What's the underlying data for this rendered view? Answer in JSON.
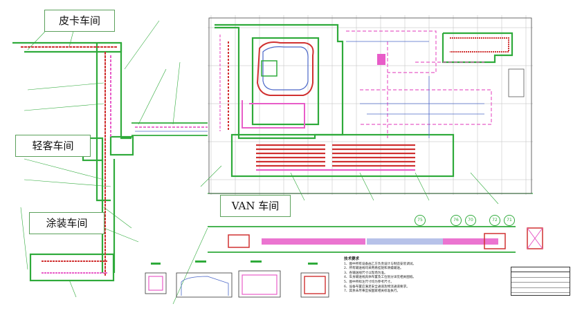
{
  "labels": {
    "pickup_workshop": "皮卡车间",
    "light_bus_workshop": "轻客车间",
    "painting_workshop": "涂装车间",
    "van_workshop": "VAN 车间"
  },
  "notes": {
    "title": "技术要求",
    "lines": [
      "1、图中所有设备由乙方负责设计与制造安装调试。",
      "2、所有输送线均采用悬挂链和滑撬输送。",
      "3、各输送线尺寸以现场为准。",
      "4、车身输送线具体布置及工位划分详见相关图纸。",
      "5、图中所标注尺寸均为参考尺寸。",
      "6、设备布置应满足安全通道及物流通道要求。",
      "7、其余未尽事宜按国家相关标准执行。"
    ]
  },
  "bubbles": [
    "75",
    "76",
    "70",
    "72",
    "71"
  ],
  "colors": {
    "wall": "#2eaa3a",
    "pink": "#e85cc8",
    "red": "#d03030",
    "blue": "#4a66c8",
    "grid": "#b0b0b0"
  }
}
